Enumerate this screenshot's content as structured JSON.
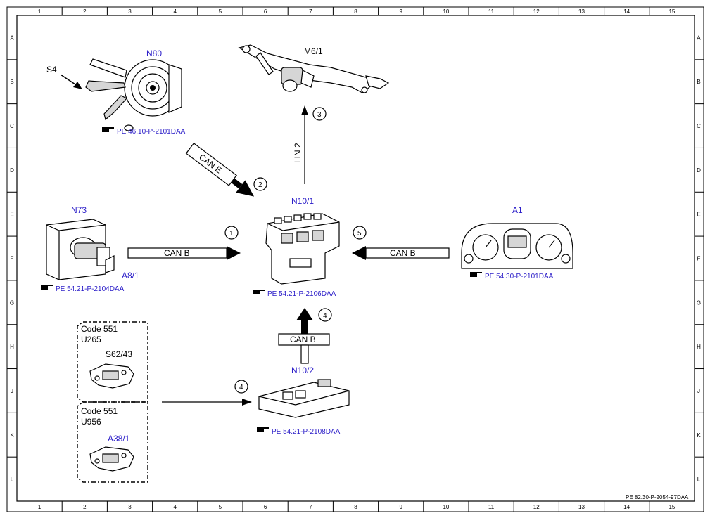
{
  "grid": {
    "columns": [
      "1",
      "2",
      "3",
      "4",
      "5",
      "6",
      "7",
      "8",
      "9",
      "10",
      "11",
      "12",
      "13",
      "14",
      "15"
    ],
    "rows": [
      "A",
      "B",
      "C",
      "D",
      "E",
      "F",
      "G",
      "H",
      "J",
      "K",
      "L"
    ]
  },
  "components": {
    "n80": {
      "label": "N80",
      "ref": "PE 46.10-P-2101DAA"
    },
    "s4": {
      "label": "S4"
    },
    "m6_1": {
      "label": "M6/1"
    },
    "n73": {
      "label": "N73",
      "ref": "PE 54.21-P-2104DAA"
    },
    "a8_1": {
      "label": "A8/1"
    },
    "n10_1": {
      "label": "N10/1",
      "ref": "PE 54.21-P-2106DAA"
    },
    "a1": {
      "label": "A1",
      "ref": "PE 54.30-P-2101DAA"
    },
    "n10_2": {
      "label": "N10/2",
      "ref": "PE 54.21-P-2108DAA"
    },
    "s62_43": {
      "label": "S62/43"
    },
    "a38_1": {
      "label": "A38/1"
    }
  },
  "option_boxes": [
    {
      "code": "Code 551",
      "variant": "U265"
    },
    {
      "code": "Code 551",
      "variant": "U956"
    }
  ],
  "connections": {
    "can_e": "CAN E",
    "can_b_left": "CAN B",
    "can_b_right": "CAN B",
    "can_b_bottom": "CAN B",
    "lin2": "LIN 2",
    "markers": [
      "1",
      "2",
      "3",
      "4",
      "4",
      "5"
    ]
  },
  "ref_icon": "pointing-hand-icon",
  "footer_code": "PE 82.30-P-2054-97DAA"
}
